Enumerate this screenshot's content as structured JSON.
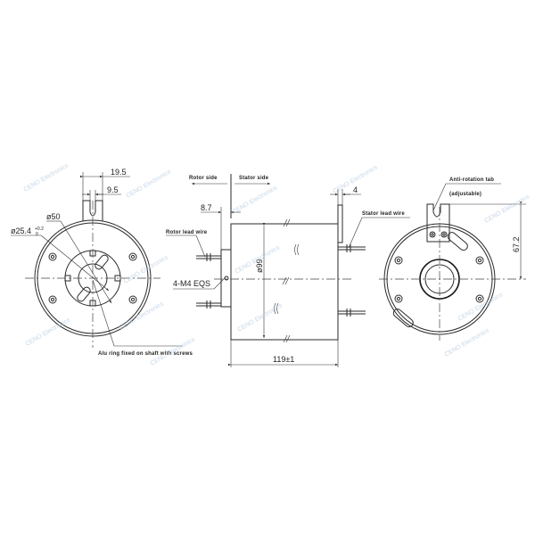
{
  "drawing": {
    "left_view": {
      "dim_tab_outer": "19.5",
      "dim_tab_slot": "9.5",
      "dim_inner_dia": "ø50",
      "dim_bore": "ø25.4",
      "dim_bore_tol_upper": "+0.2",
      "dim_bore_tol_lower": "0",
      "callout_alu_ring": "Alu ring fixed on shaft with screws"
    },
    "side_view": {
      "label_rotor_side": "Rotor side",
      "label_stator_side": "Stator side",
      "dim_flange_offset": "8.7",
      "dim_tab_thickness": "4",
      "label_rotor_lead_wire": "Rotor lead wire",
      "label_stator_lead_wire": "Stator lead wire",
      "callout_screws": "4-M4 EQS",
      "dim_body_dia": "ø99",
      "dim_length": "119±1"
    },
    "right_view": {
      "label_anti_rotation_tab": "Anti-rotation tab",
      "label_adjustable": "(adjustable)",
      "dim_tab_height": "67.2"
    },
    "watermark": "CENO Electronics"
  }
}
